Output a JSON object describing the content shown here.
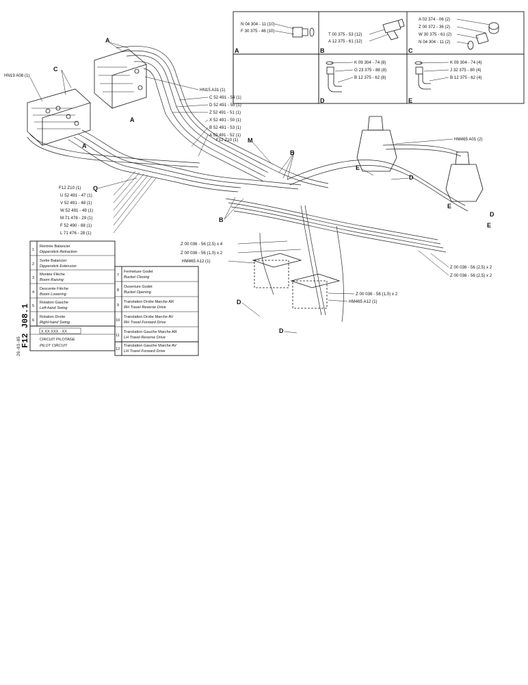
{
  "side_label": {
    "ref": "F12  J08.1",
    "date": "26-03-85"
  },
  "insets": {
    "A": {
      "letter": "A",
      "parts": [
        "N 04 304 - 11 (10)",
        "F 30 375 - 46 (10)"
      ]
    },
    "B": {
      "letter": "B",
      "parts": [
        "T 00 375 - 53 (12)",
        "A 12 375 - 61 (12)"
      ]
    },
    "C": {
      "letter": "C",
      "parts": [
        "A 02 374 - 06 (2)",
        "Z 00 372 - 36 (2)",
        "W 30 375 - 61 (2)",
        "N 04 304 - 11 (2)"
      ]
    },
    "D": {
      "letter": "D",
      "parts": [
        "K 09 304 - 74 (8)",
        "G 23 375 - 88 (8)",
        "B 12 375 - 62 (8)"
      ]
    },
    "E": {
      "letter": "E",
      "parts": [
        "K 09 304 - 74 (4)",
        "J 32 375 - 80 (4)",
        "B 12 375 - 62 (4)"
      ]
    }
  },
  "callouts": {
    "hn19": "HN19  A08 (1)",
    "hn15": "HN15  A31 (1)",
    "hm465_a01": "HM465  A01 (2)",
    "f12_z10_top": "F12  Z10 (1)",
    "f12_z10_mid": "F12  Z10 (1)",
    "hm465_a12_a": "HM465   A12 (1)",
    "hm465_a12_b": "HM465   A12 (1)",
    "z_25x4": "Z 00 036 - 56 (2,5) x 4",
    "z_10x2_a": "Z 00 036 - 56 (1,0) x 2",
    "z_10x2_b": "Z 00 036 - 56 (1,0) x 2",
    "z_25x2_a": "Z 00 036 - 56 (2,5) x 2",
    "z_25x2_b": "Z 00 036 - 56 (2,5) x 2",
    "hose_letters": {
      "m": "M",
      "q": "Q"
    }
  },
  "hoses_right": [
    "C  52 491 - 54 (1)",
    "D  52 491 - 55 (1)",
    "Z  52 491 - 51 (1)",
    "X  52 491 - 50 (1)",
    "B  52 491 - 53 (1)",
    "A  52 491 - 52 (1)"
  ],
  "hoses_left": [
    "U  52 491 - 47 (1)",
    "V  52 491 - 48 (1)",
    "W  52 491 - 49 (1)",
    "M  71 476 - 29 (1)",
    "F  52 490 - 88 (1)",
    "L  71 476 - 28 (1)"
  ],
  "diagram_letters": {
    "A": "A",
    "B": "B",
    "C": "C",
    "D": "D",
    "E": "E"
  },
  "legend": [
    {
      "n": "1",
      "fr": "Rentrée Balancier",
      "en": "Dipperstick Retraction"
    },
    {
      "n": "2",
      "fr": "Sortie Balancier",
      "en": "Dipperstick Extension"
    },
    {
      "n": "3",
      "fr": "Montée Flèche",
      "en": "Boom Raising"
    },
    {
      "n": "4",
      "fr": "Descente Flèche",
      "en": "Boom Lowering"
    },
    {
      "n": "5",
      "fr": "Rotation Gauche",
      "en": "Left-hand Swing"
    },
    {
      "n": "6",
      "fr": "Rotation Droite",
      "en": "Right-hand Swing"
    },
    {
      "n": "7",
      "fr": "Fermeture Godet",
      "en": "Bucket Closing"
    },
    {
      "n": "8",
      "fr": "Ouverture Godet",
      "en": "Bucket Opening"
    },
    {
      "n": "9",
      "fr": "Translation Droite Marche AR",
      "en": "RH Travel Reverse Drive"
    },
    {
      "n": "10",
      "fr": "Translation Droite Marche AV",
      "en": "RH Travel Forward Drive"
    },
    {
      "n": "11",
      "fr": "Translation Gauche Marche AR",
      "en": "LH Travel Reverse Drive"
    },
    {
      "n": "12",
      "fr": "Translation Gauche Marche AV",
      "en": "LH Travel Forward Drive"
    }
  ],
  "legend_code": "X  XX   XXX - XX",
  "legend_title_fr": "CIRCUIT PILOTAGE",
  "legend_title_en": "PILOT CIRCUIT"
}
